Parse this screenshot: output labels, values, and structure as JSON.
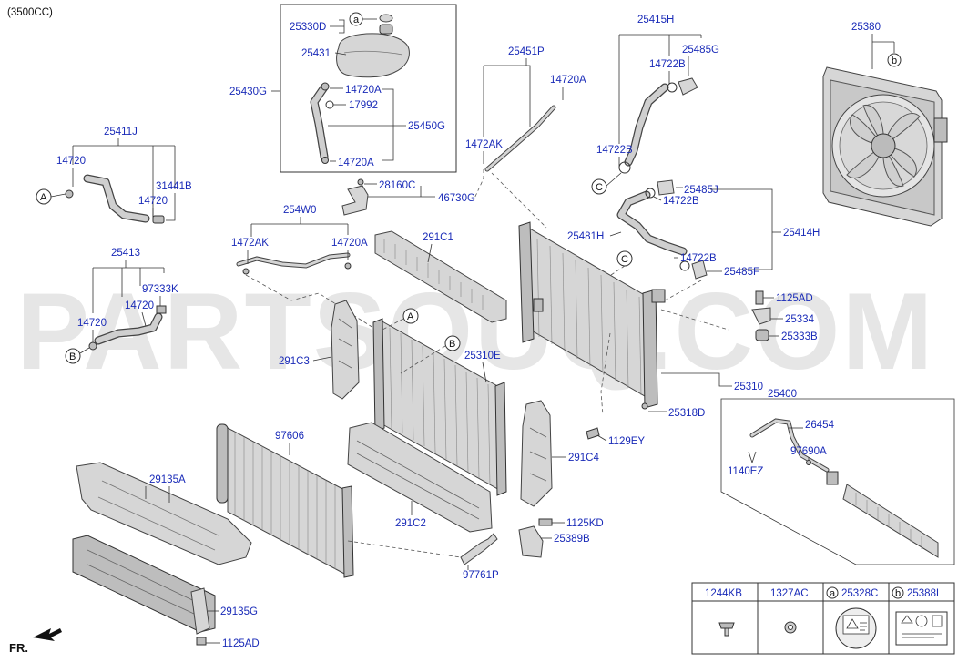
{
  "title": "(3500CC)",
  "watermark": "PARTSOUQ.COM",
  "direction_label": "FR.",
  "callouts": {
    "A": "A",
    "B": "B",
    "C": "C",
    "a": "a",
    "b": "b"
  },
  "part_labels": {
    "p25330D": "25330D",
    "p25431": "25431",
    "p25430G": "25430G",
    "p14720A_1": "14720A",
    "p17992": "17992",
    "p25450G": "25450G",
    "p14720A_2": "14720A",
    "p25411J": "25411J",
    "p14720_1": "14720",
    "p31441B": "31441B",
    "p14720_2": "14720",
    "p28160C": "28160C",
    "p46730G": "46730G",
    "p25451P": "25451P",
    "p14720A_3": "14720A",
    "p1472AK_1": "1472AK",
    "p25415H": "25415H",
    "p25485G": "25485G",
    "p14722B_1": "14722B",
    "p14722B_2": "14722B",
    "p25380": "25380",
    "p25485J": "25485J",
    "p14722B_3": "14722B",
    "p25414H": "25414H",
    "p25481H": "25481H",
    "p14722B_4": "14722B",
    "p25485F": "25485F",
    "p254W0": "254W0",
    "p1472AK_2": "1472AK",
    "p14720A_4": "14720A",
    "p291C1": "291C1",
    "p25413": "25413",
    "p97333K": "97333K",
    "p14720_3": "14720",
    "p14720_4": "14720",
    "p1125AD_1": "1125AD",
    "p25334": "25334",
    "p25333B": "25333B",
    "p291C3": "291C3",
    "p25310E": "25310E",
    "p25310": "25310",
    "p25400": "25400",
    "p25318D": "25318D",
    "p26454": "26454",
    "p97690A": "97690A",
    "p97606": "97606",
    "p1129EY": "1129EY",
    "p291C4": "291C4",
    "p1140EZ": "1140EZ",
    "p29135A": "29135A",
    "p291C2": "291C2",
    "p1125KD": "1125KD",
    "p25389B": "25389B",
    "p97761P": "97761P",
    "p29135G": "29135G",
    "p1125AD_2": "1125AD"
  },
  "legend_table": {
    "headers": [
      "1244KB",
      "1327AC",
      "25328C",
      "25388L"
    ],
    "header_callouts": [
      "",
      "",
      "a",
      "b"
    ]
  }
}
